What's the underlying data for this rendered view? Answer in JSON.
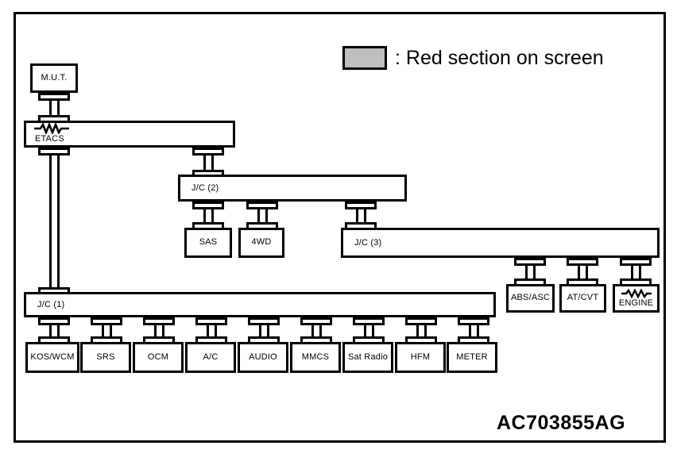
{
  "legend": {
    "swatch_color": "#bfbfbf",
    "text": ": Red section on screen"
  },
  "diagram_code": "AC703855AG",
  "nodes": {
    "mut": {
      "label": "M.U.T."
    },
    "etacs": {
      "label": "ETACS",
      "symbol": "resistor-zigzag-icon"
    },
    "jc2": {
      "label": "J/C (2)"
    },
    "jc3": {
      "label": "J/C (3)"
    },
    "jc1": {
      "label": "J/C (1)"
    },
    "sas": {
      "label": "SAS"
    },
    "fourwd": {
      "label": "4WD"
    },
    "absasc": {
      "label": "ABS/ASC"
    },
    "atcvt": {
      "label": "AT/CVT"
    },
    "engine": {
      "label": "ENGINE",
      "symbol": "resistor-zigzag-icon"
    }
  },
  "bottom_row": [
    {
      "label": "KOS/WCM"
    },
    {
      "label": "SRS"
    },
    {
      "label": "OCM"
    },
    {
      "label": "A/C"
    },
    {
      "label": "AUDIO"
    },
    {
      "label": "MMCS"
    },
    {
      "label": "Sat Radio"
    },
    {
      "label": "HFM"
    },
    {
      "label": "METER"
    }
  ]
}
